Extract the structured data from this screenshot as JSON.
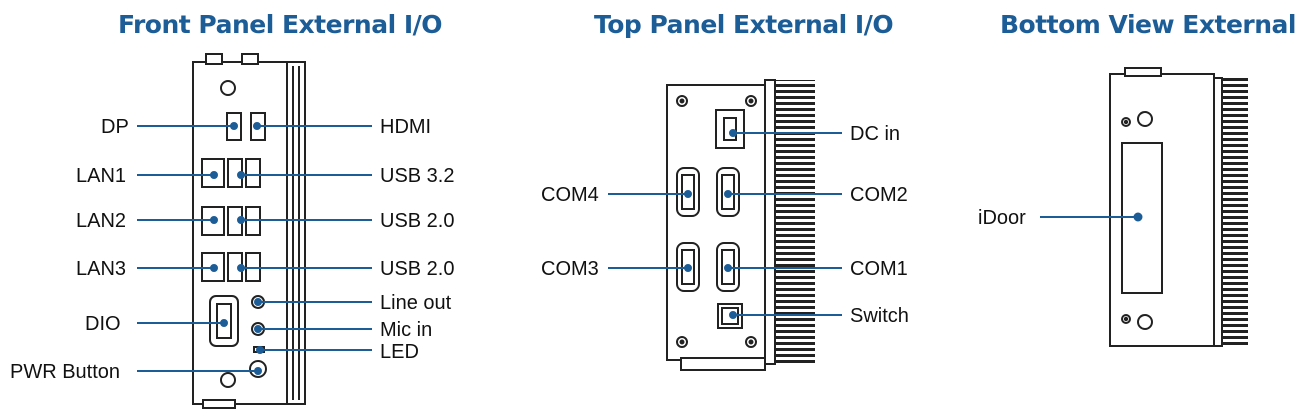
{
  "titles": {
    "front": "Front Panel External I/O",
    "top": "Top Panel External I/O",
    "bottom": "Bottom View External I/O"
  },
  "colors": {
    "title": "#1c5d97",
    "leader": "#1c5d97",
    "device": "#222222"
  },
  "front_labels": {
    "dp": "DP",
    "hdmi": "HDMI",
    "lan1": "LAN1",
    "usb32": "USB 3.2",
    "lan2": "LAN2",
    "usb20a": "USB 2.0",
    "lan3": "LAN3",
    "usb20b": "USB 2.0",
    "line_out": "Line out",
    "dio": "DIO",
    "mic_in": "Mic in",
    "led": "LED",
    "pwr": "PWR Button"
  },
  "top_labels": {
    "dc_in": "DC in",
    "com4": "COM4",
    "com2": "COM2",
    "com3": "COM3",
    "com1": "COM1",
    "switch": "Switch"
  },
  "bottom_labels": {
    "idoor": "iDoor"
  }
}
